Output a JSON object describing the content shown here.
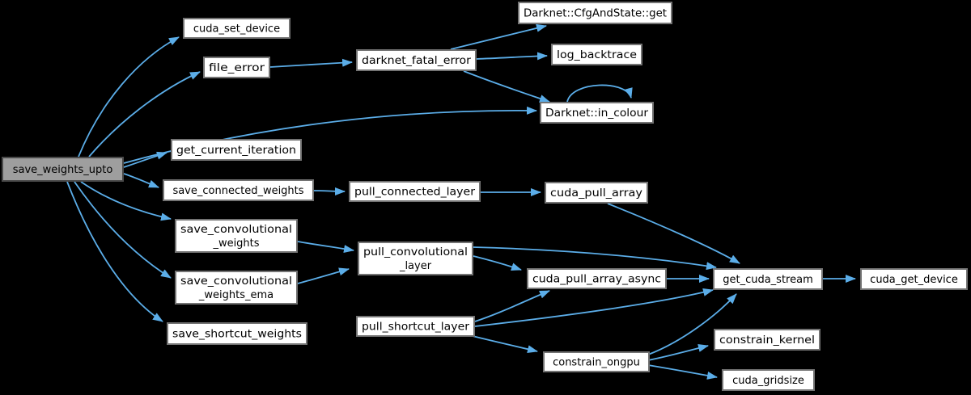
{
  "diagram": {
    "type": "call-graph",
    "background": "#000000",
    "node_fill": "#ffffff",
    "node_border": "#737373",
    "node_text_color": "#000000",
    "highlight_fill": "#9e9e9e",
    "highlight_border": "#4a4a4a",
    "edge_color": "#5bade8"
  },
  "nodes": [
    {
      "id": "save_weights_upto",
      "lines": [
        "save_weights_upto"
      ],
      "highlight": true
    },
    {
      "id": "cuda_set_device",
      "lines": [
        "cuda_set_device"
      ]
    },
    {
      "id": "file_error",
      "lines": [
        "file_error"
      ]
    },
    {
      "id": "darknet_fatal_error",
      "lines": [
        "darknet_fatal_error"
      ]
    },
    {
      "id": "cfg_and_state_get",
      "lines": [
        "Darknet::CfgAndState::get"
      ]
    },
    {
      "id": "log_backtrace",
      "lines": [
        "log_backtrace"
      ]
    },
    {
      "id": "in_colour",
      "lines": [
        "Darknet::in_colour"
      ]
    },
    {
      "id": "get_current_iteration",
      "lines": [
        "get_current_iteration"
      ]
    },
    {
      "id": "save_connected_weights",
      "lines": [
        "save_connected_weights"
      ]
    },
    {
      "id": "pull_connected_layer",
      "lines": [
        "pull_connected_layer"
      ]
    },
    {
      "id": "cuda_pull_array",
      "lines": [
        "cuda_pull_array"
      ]
    },
    {
      "id": "save_convolutional_weights",
      "lines": [
        "save_convolutional",
        "_weights"
      ]
    },
    {
      "id": "pull_convolutional_layer",
      "lines": [
        "pull_convolutional",
        "_layer"
      ]
    },
    {
      "id": "save_convolutional_weights_ema",
      "lines": [
        "save_convolutional",
        "_weights_ema"
      ]
    },
    {
      "id": "cuda_pull_array_async",
      "lines": [
        "cuda_pull_array_async"
      ]
    },
    {
      "id": "get_cuda_stream",
      "lines": [
        "get_cuda_stream"
      ]
    },
    {
      "id": "cuda_get_device",
      "lines": [
        "cuda_get_device"
      ]
    },
    {
      "id": "save_shortcut_weights",
      "lines": [
        "save_shortcut_weights"
      ]
    },
    {
      "id": "pull_shortcut_layer",
      "lines": [
        "pull_shortcut_layer"
      ]
    },
    {
      "id": "constrain_ongpu",
      "lines": [
        "constrain_ongpu"
      ]
    },
    {
      "id": "constrain_kernel",
      "lines": [
        "constrain_kernel"
      ]
    },
    {
      "id": "cuda_gridsize",
      "lines": [
        "cuda_gridsize"
      ]
    }
  ],
  "edges": [
    {
      "from": "save_weights_upto",
      "to": "cuda_set_device"
    },
    {
      "from": "save_weights_upto",
      "to": "file_error"
    },
    {
      "from": "save_weights_upto",
      "to": "in_colour"
    },
    {
      "from": "save_weights_upto",
      "to": "get_current_iteration"
    },
    {
      "from": "save_weights_upto",
      "to": "save_connected_weights"
    },
    {
      "from": "save_weights_upto",
      "to": "save_convolutional_weights"
    },
    {
      "from": "save_weights_upto",
      "to": "save_convolutional_weights_ema"
    },
    {
      "from": "save_weights_upto",
      "to": "save_shortcut_weights"
    },
    {
      "from": "file_error",
      "to": "darknet_fatal_error"
    },
    {
      "from": "darknet_fatal_error",
      "to": "cfg_and_state_get"
    },
    {
      "from": "darknet_fatal_error",
      "to": "log_backtrace"
    },
    {
      "from": "darknet_fatal_error",
      "to": "in_colour"
    },
    {
      "from": "in_colour",
      "to": "in_colour"
    },
    {
      "from": "save_connected_weights",
      "to": "pull_connected_layer"
    },
    {
      "from": "pull_connected_layer",
      "to": "cuda_pull_array"
    },
    {
      "from": "cuda_pull_array",
      "to": "get_cuda_stream"
    },
    {
      "from": "save_convolutional_weights",
      "to": "pull_convolutional_layer"
    },
    {
      "from": "save_convolutional_weights_ema",
      "to": "pull_convolutional_layer"
    },
    {
      "from": "pull_convolutional_layer",
      "to": "cuda_pull_array_async"
    },
    {
      "from": "pull_convolutional_layer",
      "to": "get_cuda_stream"
    },
    {
      "from": "cuda_pull_array_async",
      "to": "get_cuda_stream"
    },
    {
      "from": "pull_shortcut_layer",
      "to": "cuda_pull_array_async"
    },
    {
      "from": "pull_shortcut_layer",
      "to": "get_cuda_stream"
    },
    {
      "from": "pull_shortcut_layer",
      "to": "constrain_ongpu"
    },
    {
      "from": "constrain_ongpu",
      "to": "get_cuda_stream"
    },
    {
      "from": "constrain_ongpu",
      "to": "constrain_kernel"
    },
    {
      "from": "constrain_ongpu",
      "to": "cuda_gridsize"
    },
    {
      "from": "get_cuda_stream",
      "to": "cuda_get_device"
    }
  ]
}
